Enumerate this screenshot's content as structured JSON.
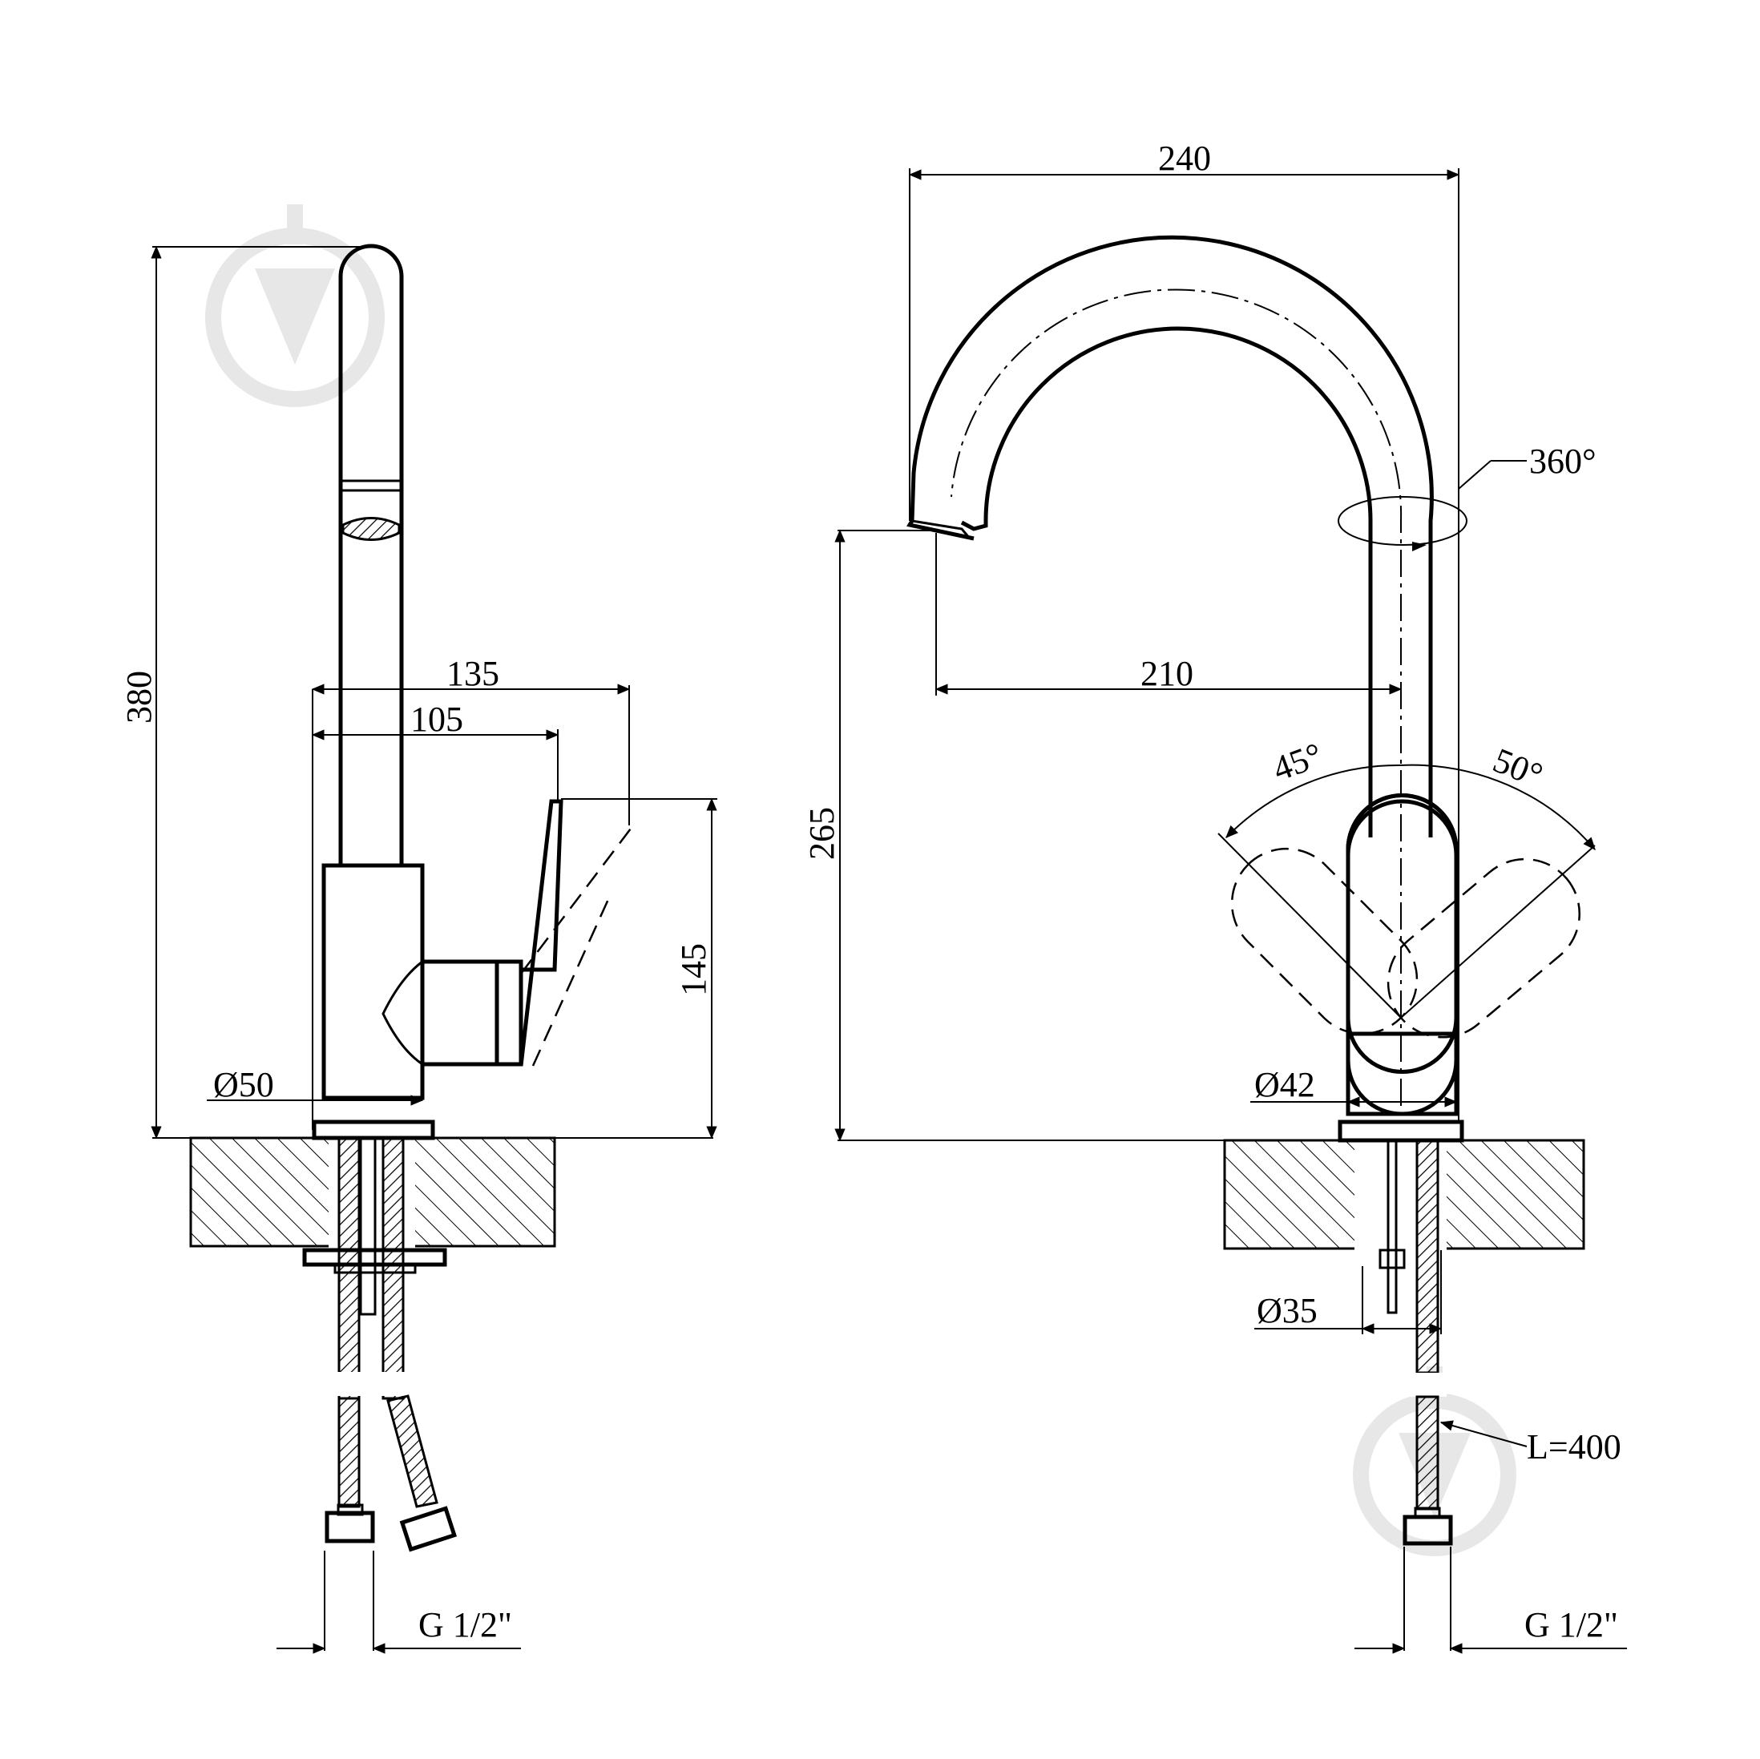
{
  "views": {
    "side": {
      "dims": {
        "height_total": "380",
        "lever_reach": "135",
        "body_reach": "105",
        "lever_height": "145",
        "base_diameter": "Ø50",
        "connection": "G 1/2\""
      }
    },
    "front": {
      "dims": {
        "width_total": "240",
        "spout_reach": "210",
        "spout_height": "265",
        "rotation": "360°",
        "handle_left_angle": "45°",
        "handle_right_angle": "50°",
        "base_diameter": "Ø42",
        "shank_diameter": "Ø35",
        "hose_length": "L=400",
        "connection": "G 1/2\""
      }
    }
  },
  "colors": {
    "line": "#000000",
    "background": "#ffffff",
    "watermark": "#e7e7e7"
  },
  "icons": {
    "watermark": "watermark-logo-icon"
  }
}
